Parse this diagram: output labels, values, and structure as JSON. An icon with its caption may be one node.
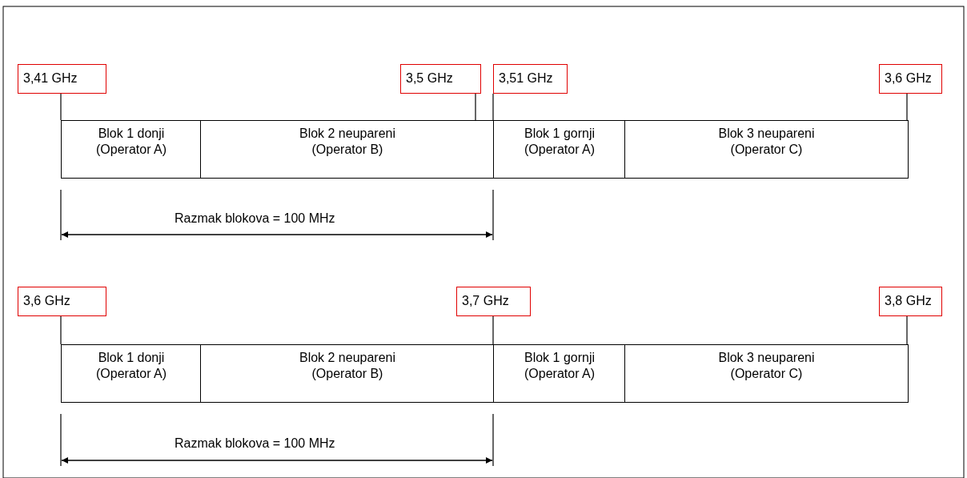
{
  "diagram": {
    "nodes": [
      {
        "text": [
          "3,41 GHz"
        ]
      },
      {
        "text": [
          "3,5 GHz"
        ]
      },
      {
        "text": [
          "3,51 GHz"
        ]
      },
      {
        "text": [
          "3,6 GHz"
        ]
      },
      {
        "text": [
          "Blok 1 donji (Operator A)"
        ]
      },
      {
        "text": [
          "Blok 2 neupareni (Operator B)"
        ]
      },
      {
        "text": [
          "Blok 1 gornji (Operator A)"
        ]
      },
      {
        "text": [
          "Blok 3 neupareni (Operator C)"
        ]
      },
      {
        "text": [
          "3,6 GHz"
        ]
      },
      {
        "text": [
          "3,7 GHz"
        ]
      },
      {
        "text": [
          "3,8 GHz"
        ]
      },
      {
        "text": [
          "Blok 1 donji (Operator A)"
        ]
      },
      {
        "text": [
          "Blok 2 neupareni (Operator B)"
        ]
      },
      {
        "text": [
          "Blok 1 gornji (Operator A)"
        ]
      },
      {
        "text": [
          "Blok 3 neupareni (Operator C)"
        ]
      }
    ],
    "edges": [
      {
        "from": 0,
        "to": 4,
        "arrow": "none"
      },
      {
        "from": 1,
        "to": 5,
        "arrow": "none"
      },
      {
        "from": 2,
        "to": 6,
        "arrow": "none"
      },
      {
        "from": 3,
        "to": 7,
        "arrow": "none"
      },
      {
        "from": 8,
        "to": 11,
        "arrow": "none"
      },
      {
        "from": 9,
        "to": 13,
        "arrow": "none"
      },
      {
        "from": 10,
        "to": 14,
        "arrow": "none"
      }
    ],
    "labels": [
      "Razmak blokova = 100 MHz",
      "Razmak blokova = 100 MHz"
    ]
  }
}
